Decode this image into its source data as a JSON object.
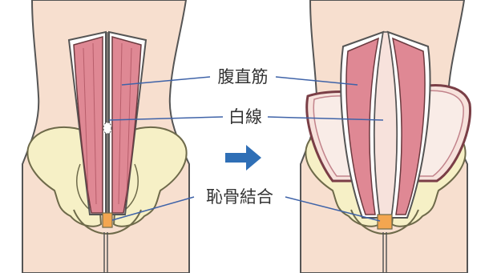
{
  "labels": {
    "rectus": "腹直筋",
    "linea_alba": "白線",
    "symphysis": "恥骨結合"
  },
  "colors": {
    "skin": "#f7dfcf",
    "muscle": "#df8894",
    "muscle_edge": "#6b3a3f",
    "bone": "#f6f0c6",
    "bone_edge": "#6e6a4a",
    "pubis": "#f3a650",
    "leader": "#3f63a8",
    "arrow": "#2f6fb6",
    "inner_organs": "#f7e2dc"
  },
  "icons": {
    "arrow": "right-arrow-icon"
  }
}
